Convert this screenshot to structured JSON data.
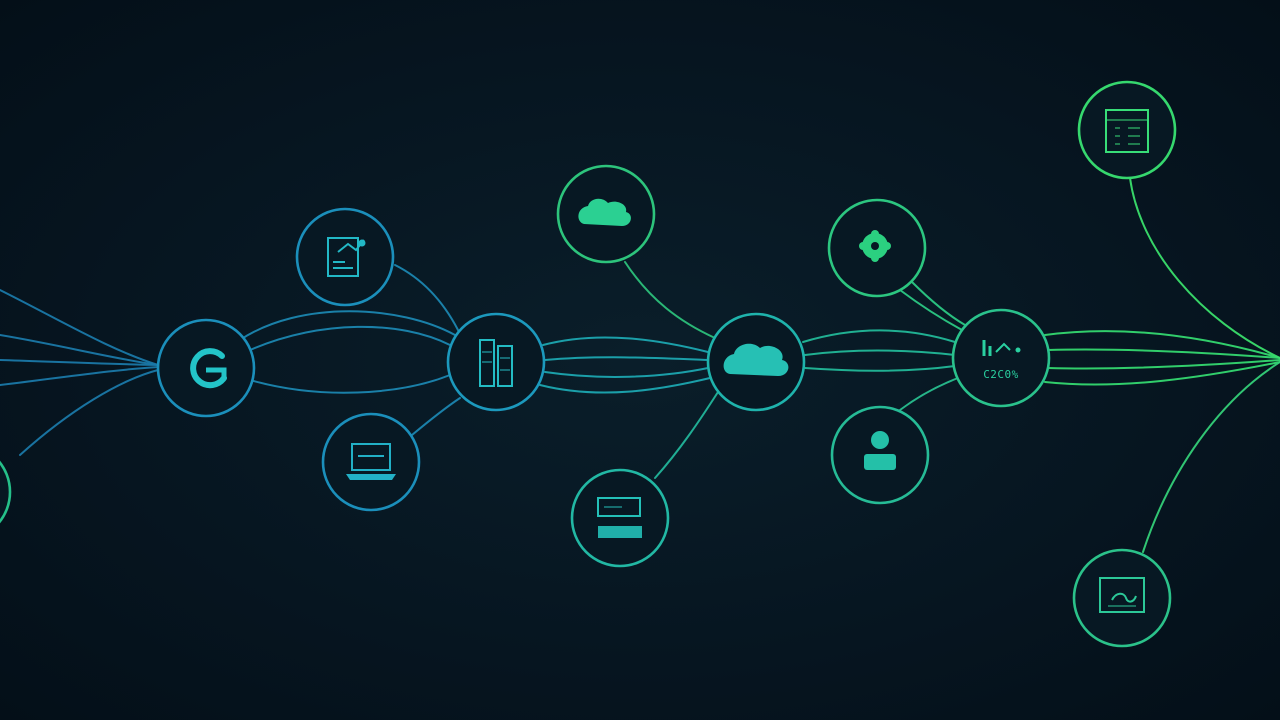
{
  "colors": {
    "background": "#061520",
    "blue": "#1e8fb8",
    "teal": "#1fb8b0",
    "green": "#2bd46a",
    "lime": "#3be07a"
  },
  "nodes": [
    {
      "id": "left-edge",
      "icon": "partial-circle-icon"
    },
    {
      "id": "google",
      "icon": "google-g-icon"
    },
    {
      "id": "document",
      "icon": "document-chart-icon"
    },
    {
      "id": "laptop",
      "icon": "laptop-icon"
    },
    {
      "id": "server",
      "icon": "server-rack-icon"
    },
    {
      "id": "cloud-top",
      "icon": "cloud-icon"
    },
    {
      "id": "monitor",
      "icon": "monitor-icon"
    },
    {
      "id": "cloud-center",
      "icon": "cloud-icon"
    },
    {
      "id": "gear",
      "icon": "gear-icon"
    },
    {
      "id": "user",
      "icon": "user-icon"
    },
    {
      "id": "hub",
      "icon": "analytics-hub-icon",
      "label": "C2C0%"
    },
    {
      "id": "calculator",
      "icon": "calculator-icon"
    },
    {
      "id": "screen",
      "icon": "screen-icon"
    }
  ]
}
